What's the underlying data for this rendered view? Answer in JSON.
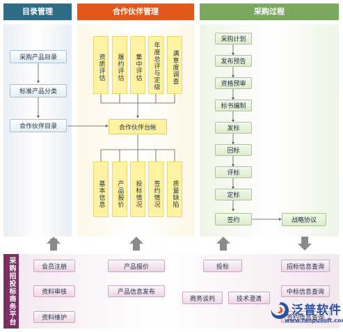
{
  "headers": {
    "catalog": "目录管理",
    "partner": "合作伙伴管理",
    "procurement": "采购过程"
  },
  "catalog": {
    "items": [
      "采购产品目录",
      "标准产品分类",
      "合作伙伴目录"
    ]
  },
  "partner": {
    "top": [
      "资质评估",
      "履约评估",
      "集中评估",
      "年度总评与定级",
      "满意度调查"
    ],
    "ledger": "合作伙伴台帐",
    "bottom": [
      "基本信息",
      "产品报价",
      "投标情况",
      "签约情况",
      "质量缺陷"
    ]
  },
  "procurement": {
    "steps": [
      "采购计划",
      "发布预告",
      "资格预审",
      "标书编制",
      "发标",
      "回标",
      "评标",
      "定标",
      "签约"
    ],
    "strategy": "战略协议"
  },
  "platform": {
    "label": "采购招投标商务平台",
    "col1": [
      "会员注册",
      "资料审核",
      "资料维护"
    ],
    "col2": [
      "产品报价",
      "产品信息发布"
    ],
    "bid": "投标",
    "bid_children": [
      "商务谈判",
      "技术澄清"
    ],
    "col4": [
      "招标信息查询",
      "中标信息查询",
      "签约信息查询"
    ]
  },
  "logo": {
    "brand": "泛普软件",
    "url": "www.fanpusoft.com"
  },
  "colors": {
    "catalog_header": "#2e6b86",
    "partner_header": "#e2571a",
    "procurement_header": "#7aa95d",
    "platform": "#7a2f62",
    "arrow": "#888888"
  }
}
